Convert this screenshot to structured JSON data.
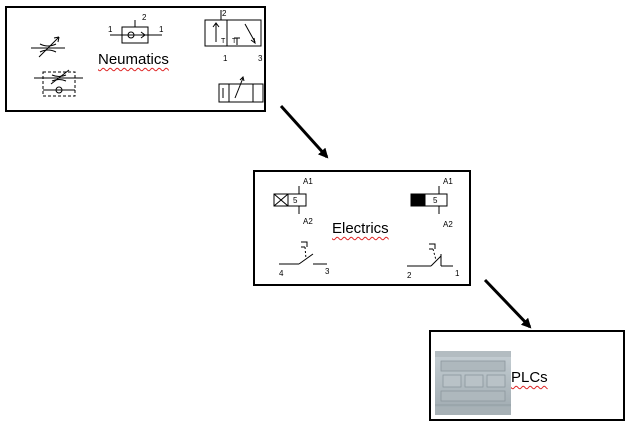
{
  "boxes": {
    "pneumatics": {
      "label": "Neumatics",
      "symbol_labels": {
        "valve_port_1_left": "1",
        "valve_port_2": "2",
        "valve_port_1_right": "1",
        "dcv_port_2": "2",
        "dcv_port_1": "1",
        "dcv_port_3": "3",
        "dcv_t_left": "T",
        "dcv_t_right": "T"
      }
    },
    "electrics": {
      "label": "Electrics",
      "coil_left": {
        "top": "A1",
        "bottom": "A2",
        "number": "5"
      },
      "coil_right": {
        "top": "A1",
        "bottom": "A2",
        "number": "5"
      },
      "contact_no": {
        "left": "4",
        "right": "3"
      },
      "contact_nc": {
        "left": "2",
        "right": "1"
      }
    },
    "plcs": {
      "label": "PLCs"
    }
  }
}
